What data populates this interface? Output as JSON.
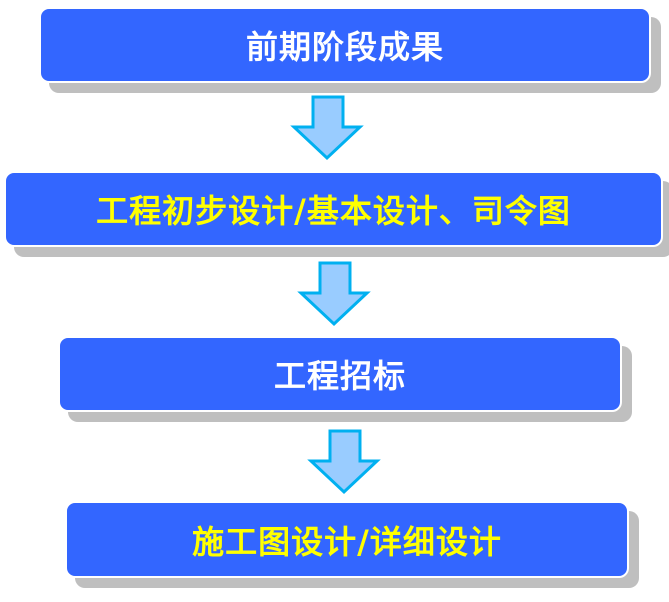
{
  "steps": [
    {
      "label": "前期阶段成果",
      "color": "#ffffff"
    },
    {
      "label": "工程初步设计/基本设计、司令图",
      "color": "#ffff00"
    },
    {
      "label": "工程招标",
      "color": "#ffffff"
    },
    {
      "label": "施工图设计/详细设计",
      "color": "#ffff00"
    }
  ],
  "colors": {
    "box": "#3366ff",
    "shadow": "#bfbfbf",
    "arrow_fill": "#99ccff",
    "arrow_stroke": "#00b0f0"
  }
}
